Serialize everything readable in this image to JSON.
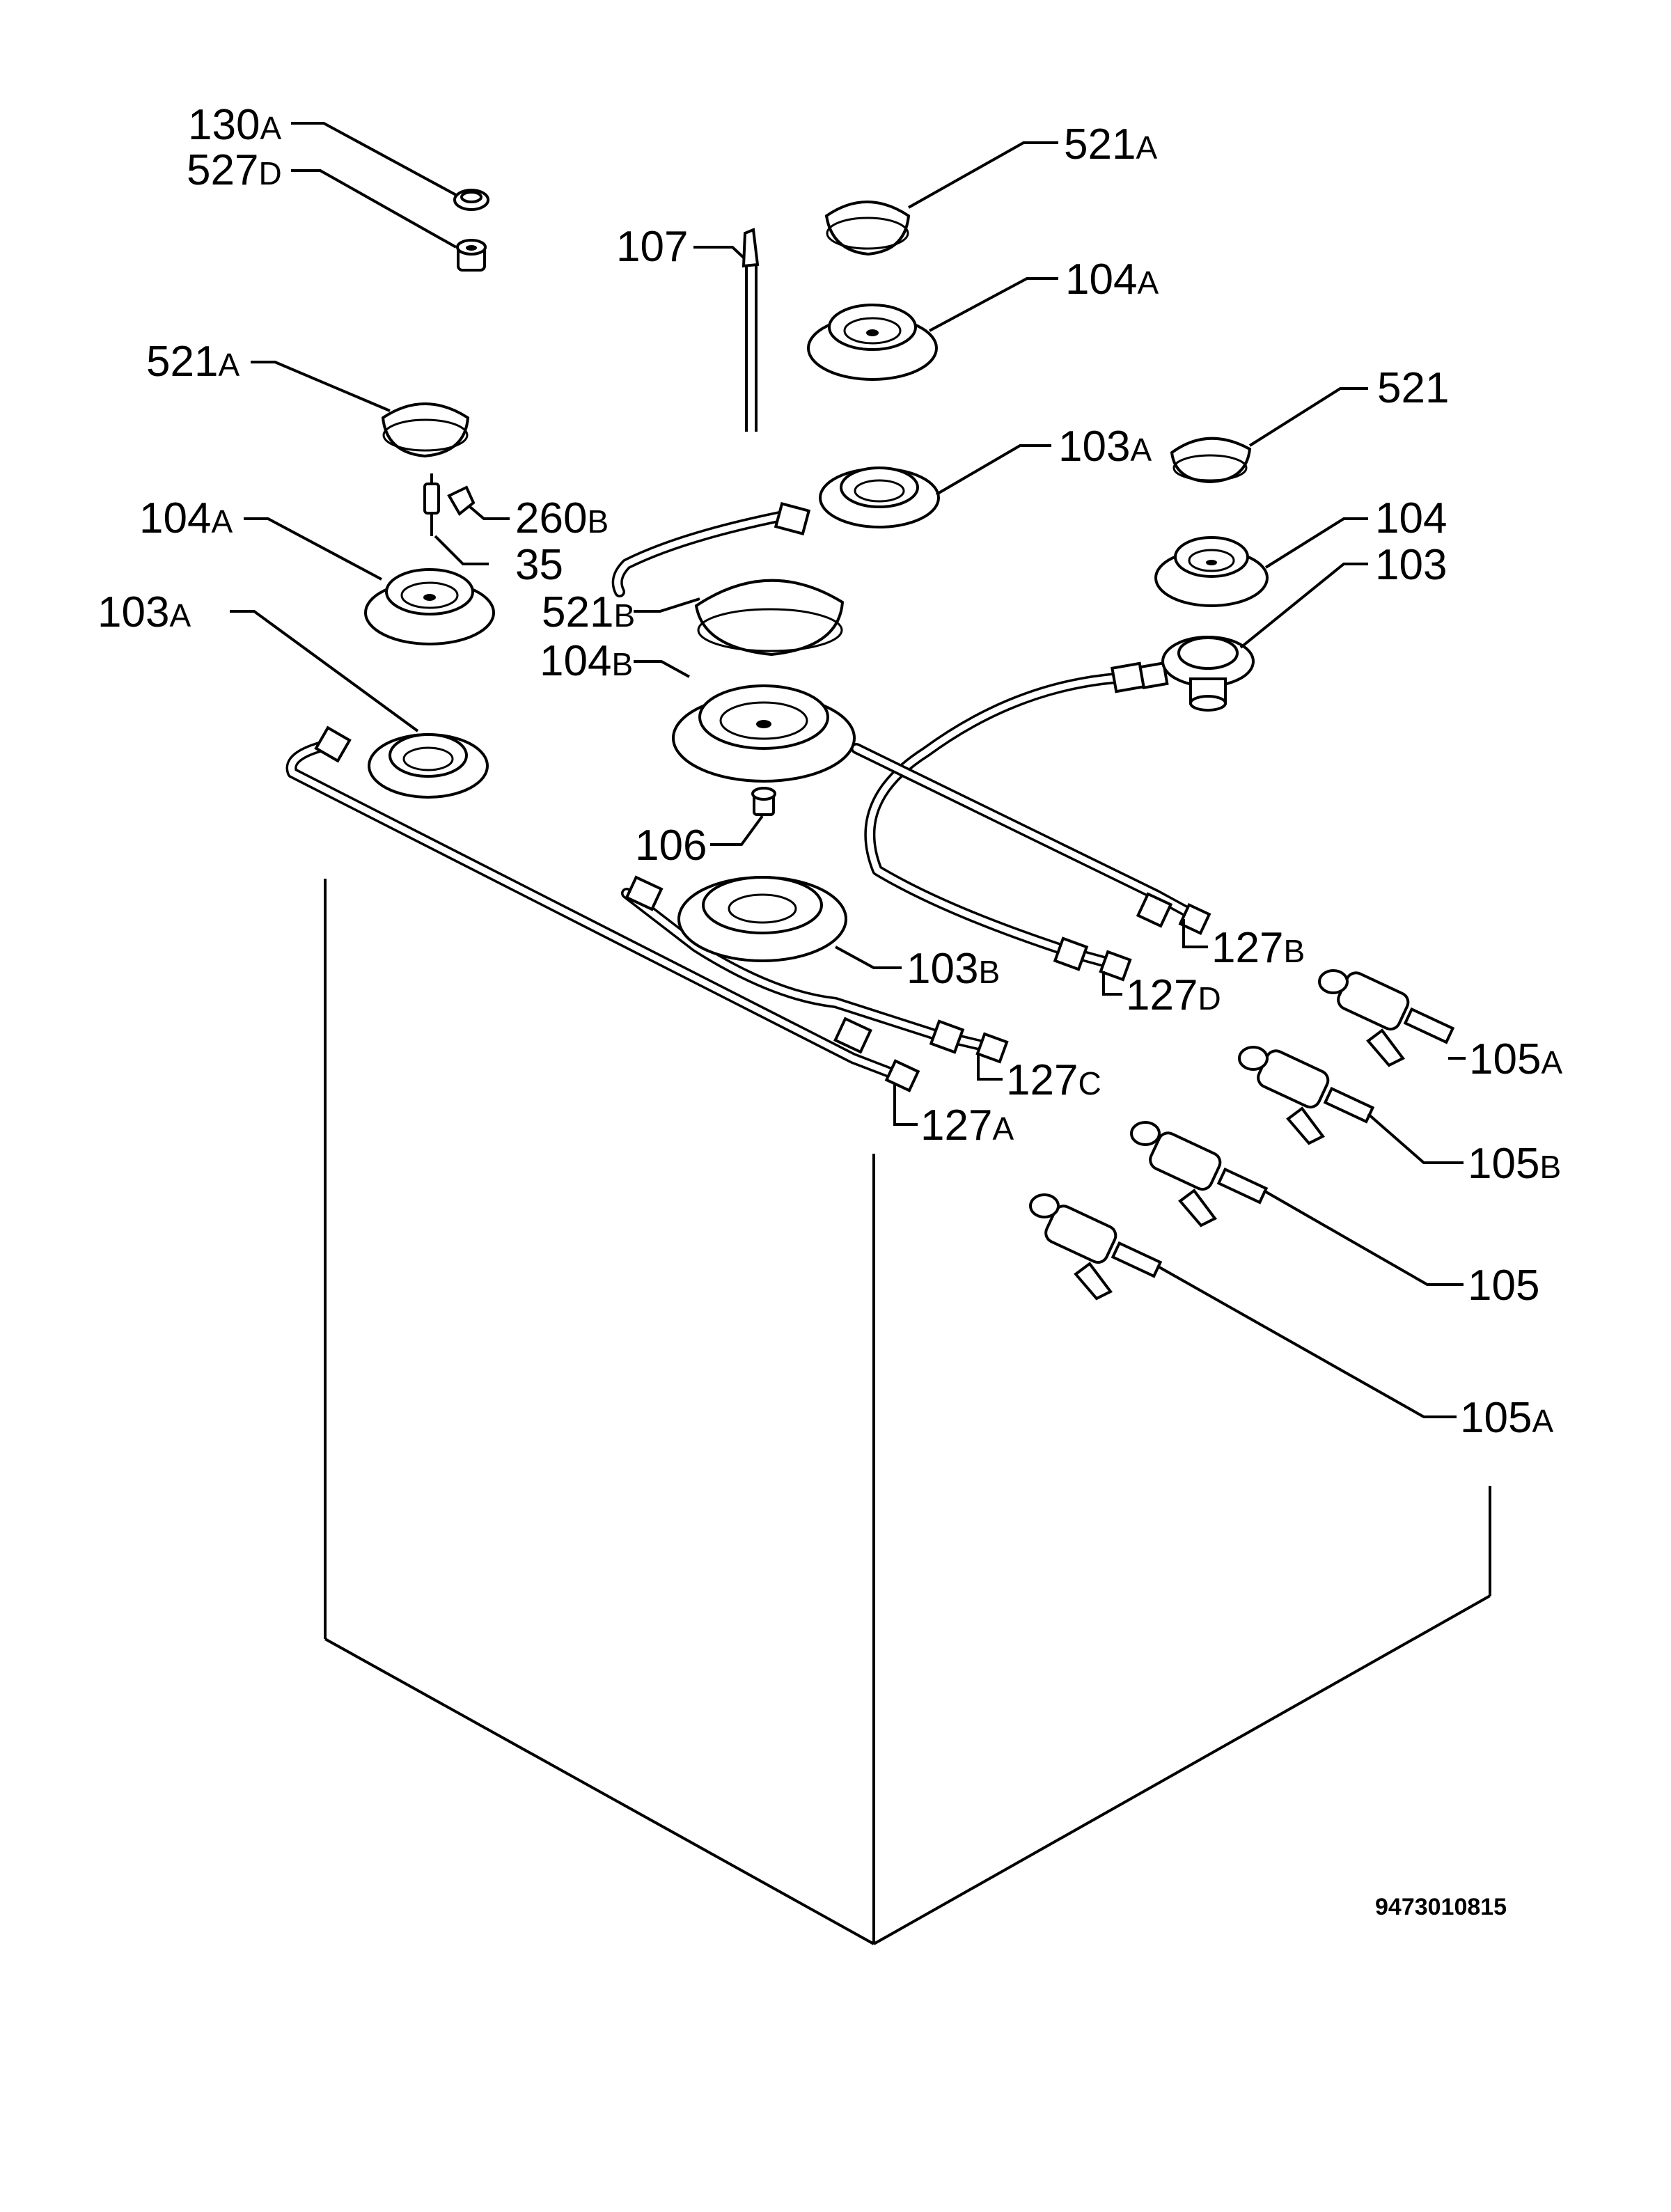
{
  "document_code": "9473010815",
  "labels": {
    "l130a": {
      "num": "130",
      "suf": "A"
    },
    "l527d": {
      "num": "527",
      "suf": "D"
    },
    "l107": {
      "num": "107",
      "suf": ""
    },
    "l521a_top": {
      "num": "521",
      "suf": "A"
    },
    "l104a_top": {
      "num": "104",
      "suf": "A"
    },
    "l521a_left": {
      "num": "521",
      "suf": "A"
    },
    "l521": {
      "num": "521",
      "suf": ""
    },
    "l103a_mid": {
      "num": "103",
      "suf": "A"
    },
    "l260b": {
      "num": "260",
      "suf": "B"
    },
    "l104a_left": {
      "num": "104",
      "suf": "A"
    },
    "l35": {
      "num": "35",
      "suf": ""
    },
    "l104": {
      "num": "104",
      "suf": ""
    },
    "l103": {
      "num": "103",
      "suf": ""
    },
    "l103a_left": {
      "num": "103",
      "suf": "A"
    },
    "l521b": {
      "num": "521",
      "suf": "B"
    },
    "l104b": {
      "num": "104",
      "suf": "B"
    },
    "l106": {
      "num": "106",
      "suf": ""
    },
    "l103b": {
      "num": "103",
      "suf": "B"
    },
    "l127b": {
      "num": "127",
      "suf": "B"
    },
    "l127d": {
      "num": "127",
      "suf": "D"
    },
    "l127c": {
      "num": "127",
      "suf": "C"
    },
    "l127a": {
      "num": "127",
      "suf": "A"
    },
    "l105a_top": {
      "num": "105",
      "suf": "A"
    },
    "l105b": {
      "num": "105",
      "suf": "B"
    },
    "l105": {
      "num": "105",
      "suf": ""
    },
    "l105a_bot": {
      "num": "105",
      "suf": "A"
    }
  }
}
